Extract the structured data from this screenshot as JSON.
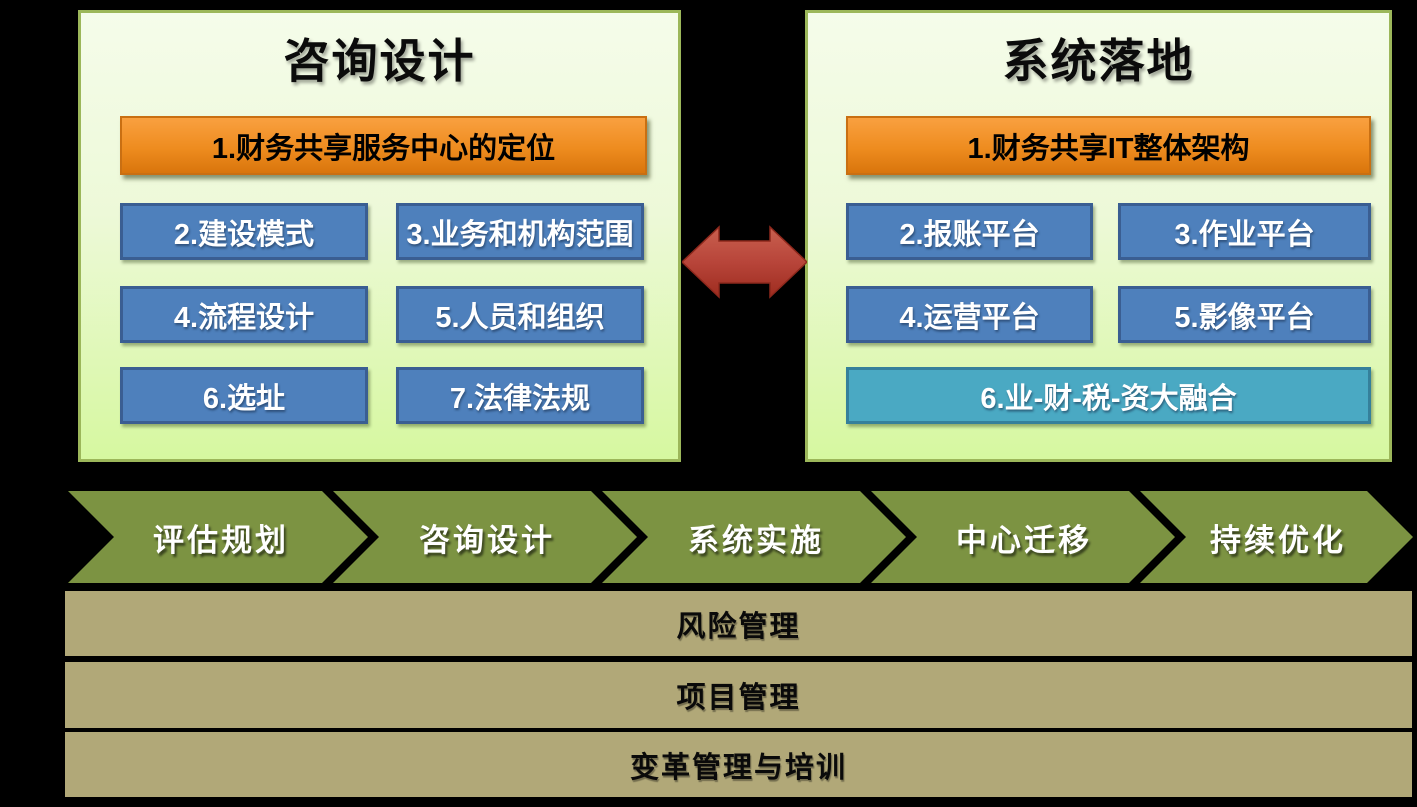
{
  "colors": {
    "background": "#000000",
    "panel_fill_top": "#F5FCEA",
    "panel_fill_bottom": "#D6F8A0",
    "panel_border": "#9CB75A",
    "orange_header_top": "#F9A040",
    "orange_header_bottom": "#D9750C",
    "blue_box_fill": "#4E80BC",
    "blue_box_border": "#3A5E92",
    "teal_box_fill": "#4AA9C3",
    "teal_box_border": "#35809B",
    "arrow_red_top": "#C9604F",
    "arrow_red_bottom": "#9E2C1F",
    "chevron_green": "#7C9342",
    "bar_khaki": "#B1A878"
  },
  "left_panel": {
    "title": "咨询设计",
    "header": "1.财务共享服务中心的定位",
    "boxes": [
      "2.建设模式",
      "3.业务和机构范围",
      "4.流程设计",
      "5.人员和组织",
      "6.选址",
      "7.法律法规"
    ]
  },
  "right_panel": {
    "title": "系统落地",
    "header": "1.财务共享IT整体架构",
    "boxes": [
      "2.报账平台",
      "3.作业平台",
      "4.运营平台",
      "5.影像平台"
    ],
    "merge_box": "6.业-财-税-资大融合"
  },
  "process_steps": [
    "评估规划",
    "咨询设计",
    "系统实施",
    "中心迁移",
    "持续优化"
  ],
  "bottom_bars": [
    "风险管理",
    "项目管理",
    "变革管理与培训"
  ]
}
